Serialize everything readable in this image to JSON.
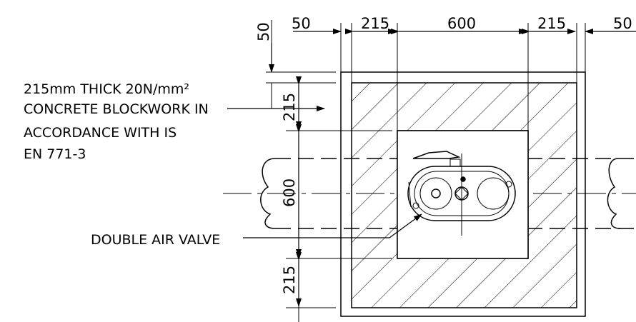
{
  "dimensions": {
    "top_left_offset": "50",
    "top_wall_left": "215",
    "top_opening": "600",
    "top_wall_right": "215",
    "top_right_offset": "50",
    "side_top_offset": "50",
    "side_wall_top": "215",
    "side_opening": "600",
    "side_wall_bottom": "215"
  },
  "notes": {
    "blockwork_line1": "215mm THICK 20N/mm²",
    "blockwork_line2": "CONCRETE BLOCKWORK IN",
    "blockwork_line3": "ACCORDANCE WITH IS",
    "blockwork_line4": "EN 771-3",
    "valve_label": "DOUBLE AIR VALVE"
  }
}
